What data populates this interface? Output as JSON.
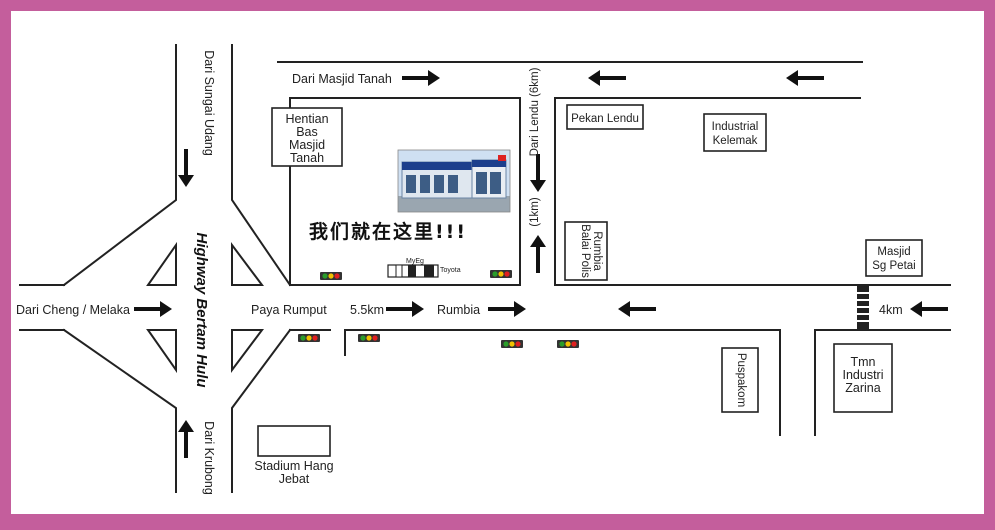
{
  "map": {
    "highway": "Highway Bertam Hulu",
    "tagline": "我们就在这里!!!",
    "directions": {
      "dari_sungai_udang": "Dari Sungai Udang",
      "dari_krubong": "Dari Krubong",
      "dari_cheng_melaka": "Dari Cheng / Melaka",
      "dari_masjid_tanah": "Dari Masjid Tanah",
      "dari_lendu": "Dari Lendu (6km)",
      "one_km": "(1km)"
    },
    "distances": {
      "left": "5.5km",
      "right": "4km"
    },
    "places": {
      "hentian": [
        "Hentian",
        "Bas",
        "Masjid",
        "Tanah"
      ],
      "pekan_lendu": "Pekan Lendu",
      "industrial": [
        "Industrial",
        "Kelemak"
      ],
      "balai_polis": [
        "Balai Polis",
        "Rumbia"
      ],
      "masjid_sg_petai": [
        "Masjid",
        "Sg Petai"
      ],
      "paya_rumput": "Paya Rumput",
      "rumbia": "Rumbia",
      "puspakom": "Puspakom",
      "tmn_industri": [
        "Tmn",
        "Industri",
        "Zarina"
      ],
      "stadium": [
        "Stadium Hang",
        "Jebat"
      ],
      "myeg": "MyEg",
      "toyota": "Toyota"
    },
    "colors": {
      "border": "#c45e9c",
      "background": "#ffffff",
      "road": "#222222",
      "traffic_red": "#e02020",
      "traffic_yellow": "#f2c200",
      "traffic_green": "#2a9d2a"
    }
  }
}
